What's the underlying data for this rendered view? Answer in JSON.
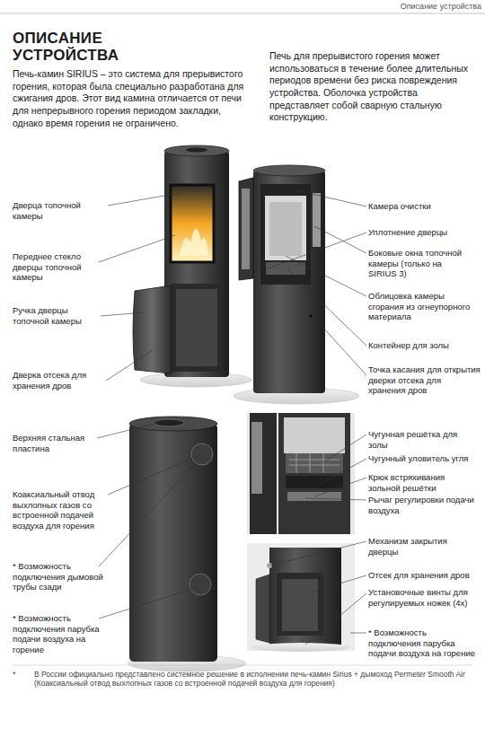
{
  "diagram": {
    "title": "ОПИСАНИЕ УСТРОЙСТВА",
    "labels": [
      "Описание устройства",
      "Печь-камин SIRIUS – это система для прерывистого горения, которая была специально разработана для сжигания дров. Этот вид камина отличается от печи для непрерывного горения периодом закладки, однако время горения не ограничено.",
      "Печь для прерывистого горения может использоваться в течение более длительных периодов времени без риска повреждения устройства. Оболочка устройства представляет собой сварную стальную конструкцию.",
      "Дверца топочной камеры",
      "Переднее стекло дверцы топочной камеры",
      "Ручка дверцы топочной камеры",
      "Дверка отсека для хранения дров",
      "Камера очистки",
      "Уплотнение дверцы",
      "Боковые окна топочной камеры (только на SIRIUS 3)",
      "Облицовка камеры сгорания из огнеупорного материала",
      "Контейнер для золы",
      "Точка касания для открытия дверки отсека для хранения дров",
      "Верхняя стальная пластина",
      "Коаксиальный отвод выхлопных газов со встроенной подачей воздуха для горения",
      "* Возможность подключения дымовой трубы сзади",
      "* Возможность подключения парубка подачи воздуха на горение",
      "Чугунная решётка для золы",
      "Чугунный уловитель угля",
      "Крюк встряхивания зольной решётки",
      "Рычаг регулировки подачи воздуха",
      "Механизм закрытия дверцы",
      "Отсек для хранения дров",
      "Установочные винты для регулируемых ножек (4x)",
      "* Возможность подключения парубка подачи воздуха на горение",
      "*",
      "В России официально представлено системное решение в исполнении печь-камин Sirius + дымоход Permeter Smooth Air (Коаксиальный отвод выхлопных газов со встроенной подачей воздуха для горения)"
    ]
  }
}
